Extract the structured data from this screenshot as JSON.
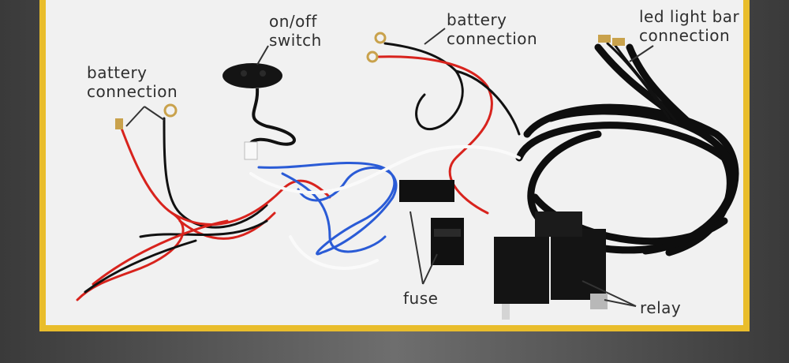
{
  "labels": {
    "battery_left": [
      "battery",
      "connection"
    ],
    "switch": [
      "on/off",
      "switch"
    ],
    "battery_top": [
      "battery",
      "connection"
    ],
    "led_bar": [
      "led light bar",
      "connection"
    ],
    "fuse": "fuse",
    "relay": "relay"
  },
  "colors": {
    "frame": "#e9bd2b",
    "photo_background": "#f1f1f1",
    "page_background": "#555555",
    "wire_red": "#d8231d",
    "wire_black": "#111111",
    "wire_blue": "#2a5bd6",
    "wire_white": "#fafafa"
  }
}
